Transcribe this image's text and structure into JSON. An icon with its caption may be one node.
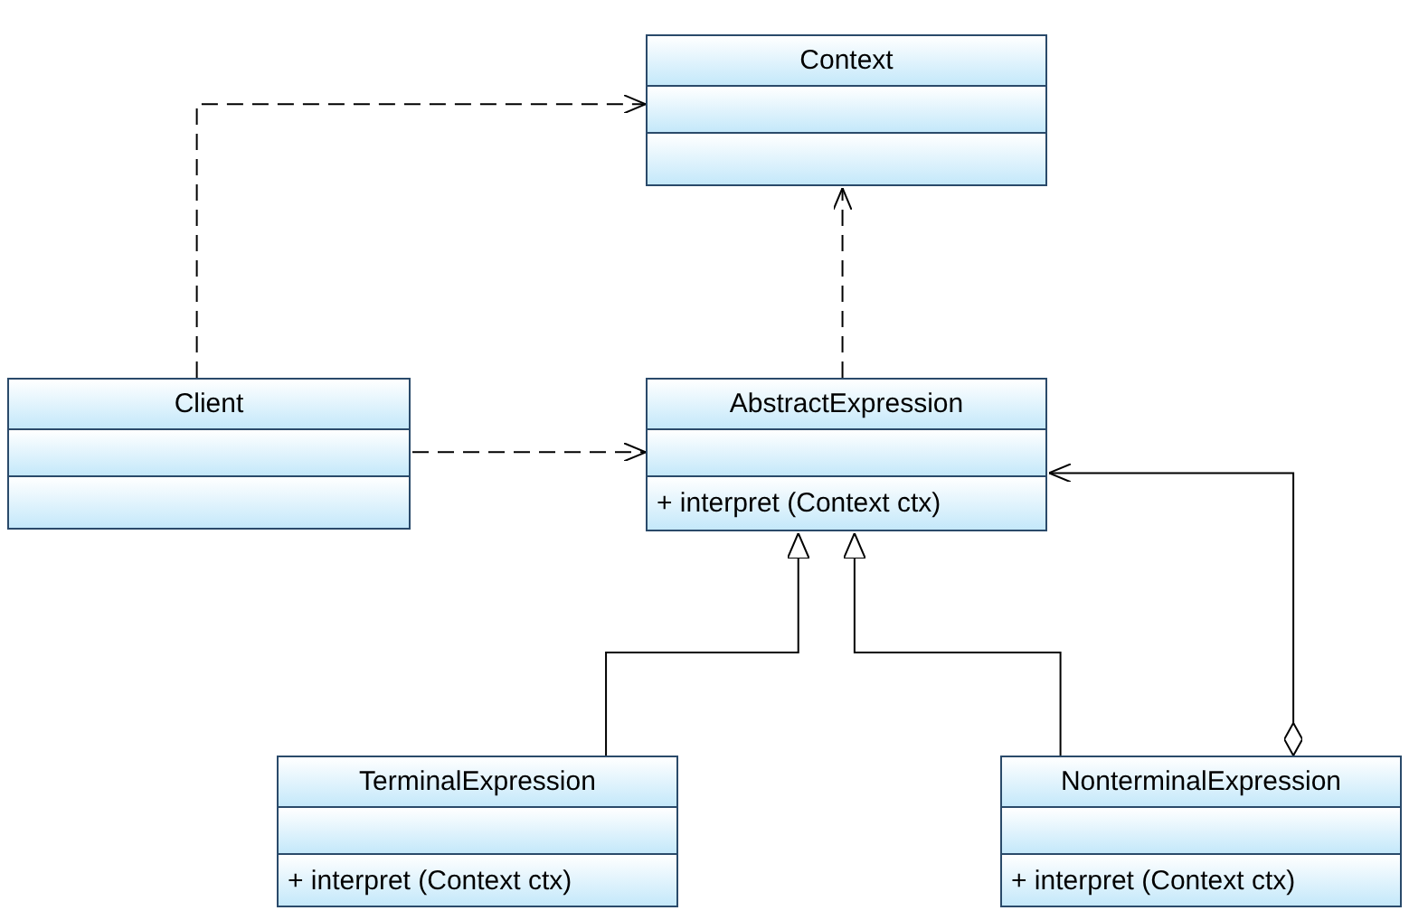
{
  "diagram": {
    "nodes": [
      {
        "text": [
          "Context"
        ]
      },
      {
        "text": [
          "Client"
        ]
      },
      {
        "text": [
          "AbstractExpression",
          "+ interpret (Context ctx)"
        ]
      },
      {
        "text": [
          "TerminalExpression",
          "+ interpret (Context ctx)"
        ]
      },
      {
        "text": [
          "NonterminalExpression",
          "+ interpret (Context ctx)"
        ]
      }
    ],
    "edges": [
      {
        "from": 1,
        "to": 0,
        "arrow": "to",
        "style": "dashed"
      },
      {
        "from": 1,
        "to": 2,
        "arrow": "to",
        "style": "dashed"
      },
      {
        "from": 2,
        "to": 0,
        "arrow": "to",
        "style": "dashed"
      },
      {
        "from": 3,
        "to": 2,
        "arrow": "to"
      },
      {
        "from": 4,
        "to": 2,
        "arrow": "to"
      },
      {
        "from": 4,
        "to": 2,
        "arrow": "to"
      }
    ]
  }
}
